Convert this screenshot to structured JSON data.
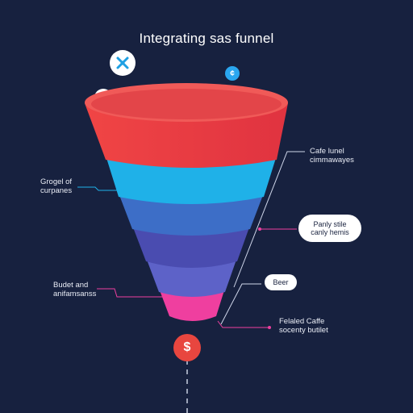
{
  "title": "Integrating sas funnel",
  "labels": {
    "left_top": "Grogel of\ncurpanes",
    "left_bottom": "Budet and\nanifamsanss",
    "right_top": "Cafe lunel\ncimmawayes",
    "right_cloud_large": "Panly stile\ncanly hemis",
    "right_cloud_small": "Beer",
    "right_bottom": "Felaled Caffe\nsocenty butilet"
  },
  "icons": {
    "dollar_small": "$",
    "dollar_large": "$",
    "chat_small": "¢"
  },
  "colors": {
    "background": "#17213f",
    "band_red": "#ee3d47",
    "band_cyan": "#1fb1e8",
    "band_blue": "#3d6ec7",
    "band_indigo": "#4a4cb0",
    "band_violet": "#5d62c8",
    "band_pink": "#ef3f9f",
    "accent_red": "#e8463f",
    "accent_sky": "#2aa6ef"
  }
}
